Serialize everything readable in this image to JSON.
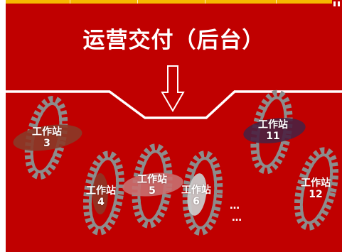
{
  "slide": {
    "title": "运营交付（后台）",
    "ellipsis": [
      "…",
      "…"
    ]
  },
  "workstations": [
    {
      "id": "ws-3",
      "label": "工作站",
      "number": "3"
    },
    {
      "id": "ws-4",
      "label": "工作站",
      "number": "4"
    },
    {
      "id": "ws-5",
      "label": "工作站",
      "number": "5"
    },
    {
      "id": "ws-6",
      "label": "工作站",
      "number": "6"
    },
    {
      "id": "ws-11",
      "label": "工作站",
      "number": "11"
    },
    {
      "id": "ws-12",
      "label": "工作站",
      "number": "12"
    }
  ],
  "colors": {
    "background": "#c00000",
    "topbar": "#f5b800",
    "gear": "#8c8c8c",
    "title": "#ffffff"
  }
}
